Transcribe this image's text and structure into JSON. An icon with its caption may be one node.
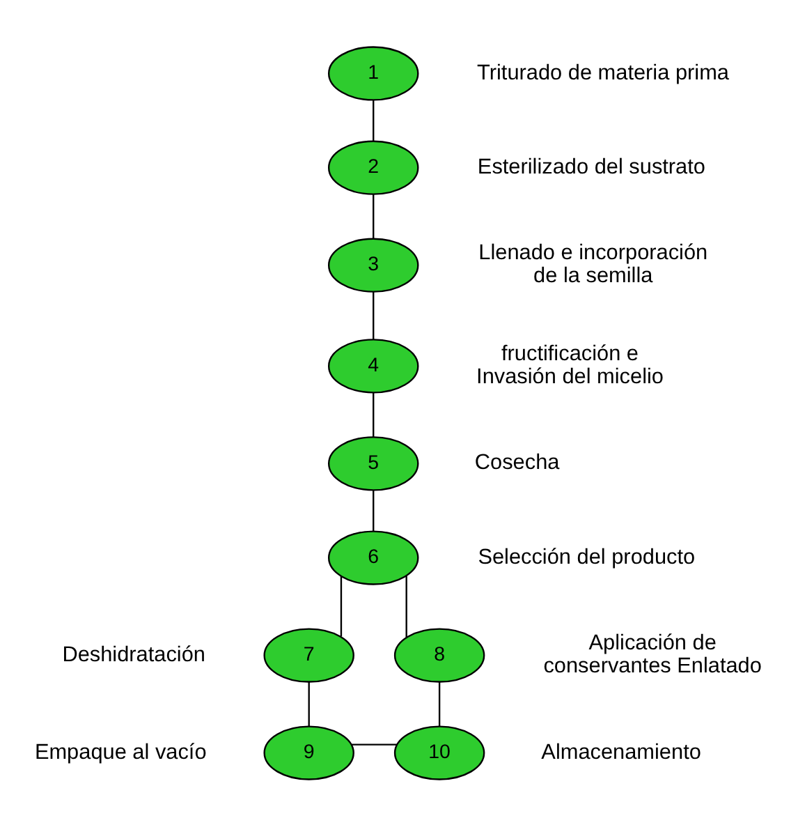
{
  "diagram": {
    "nodes": [
      {
        "text": [
          "1"
        ],
        "beside": [
          "Triturado de materia prima"
        ]
      },
      {
        "text": [
          "2"
        ],
        "beside": [
          "Esterilizado del sustrato"
        ]
      },
      {
        "text": [
          "3"
        ],
        "beside": [
          "Llenado e incorporación de la semilla"
        ]
      },
      {
        "text": [
          "4"
        ],
        "beside": [
          "fructificación e Invasión del micelio"
        ]
      },
      {
        "text": [
          "5"
        ],
        "beside": [
          "Cosecha"
        ]
      },
      {
        "text": [
          "6"
        ],
        "beside": [
          "Selección del producto"
        ]
      },
      {
        "text": [
          "7"
        ],
        "beside": [
          "Deshidratación"
        ]
      },
      {
        "text": [
          "8"
        ],
        "beside": [
          "Aplicación de conservantes Enlatado"
        ]
      },
      {
        "text": [
          "9"
        ],
        "beside": [
          "Empaque al vacío"
        ]
      },
      {
        "text": [
          "10"
        ],
        "beside": [
          "Almacenamiento"
        ]
      }
    ],
    "edges": [
      {
        "from": 0,
        "to": 1,
        "arrow": "none"
      },
      {
        "from": 1,
        "to": 2,
        "arrow": "none"
      },
      {
        "from": 2,
        "to": 3,
        "arrow": "none"
      },
      {
        "from": 3,
        "to": 4,
        "arrow": "none"
      },
      {
        "from": 4,
        "to": 5,
        "arrow": "none"
      },
      {
        "from": 5,
        "to": 6,
        "arrow": "none"
      },
      {
        "from": 5,
        "to": 7,
        "arrow": "none"
      },
      {
        "from": 6,
        "to": 8,
        "arrow": "none"
      },
      {
        "from": 7,
        "to": 9,
        "arrow": "none"
      },
      {
        "from": 8,
        "to": 9,
        "arrow": "none"
      }
    ]
  }
}
